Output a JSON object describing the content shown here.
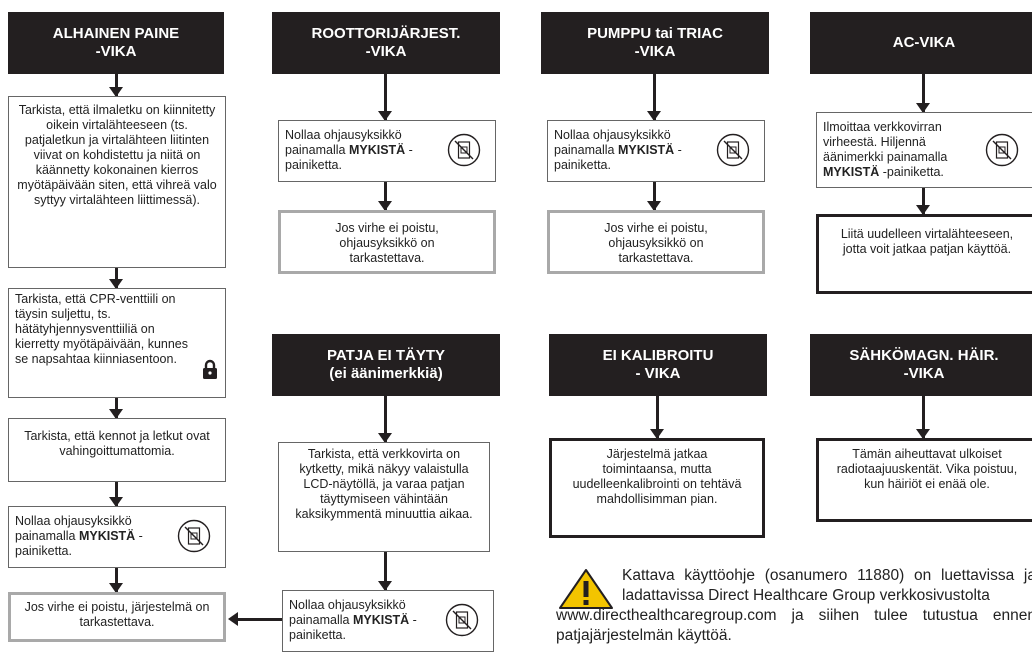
{
  "col1": {
    "title_line1": "ALHAINEN PAINE",
    "title_line2": "-VIKA",
    "step1": "Tarkista, että ilmaletku on kiinnitetty oikein virtalähteeseen (ts. patjaletkun ja virtalähteen liitinten viivat on kohdistettu ja niitä on käännetty kokonainen kierros myötäpäivään siten, että vihreä valo syttyy virtalähteen liittimessä).",
    "step2": "Tarkista, että CPR-venttiili on täysin suljettu, ts. hätätyhjennysventtiiliä on kierretty myötäpäivään, kunnes se napsahtaa kiinniasentoon.",
    "step3": "Tarkista, että kennot ja letkut ovat vahingoittumattomia.",
    "step4_a": "Nollaa ohjausyksikkö painamalla ",
    "step4_b": "MYKISTÄ",
    "step4_c": " -painiketta.",
    "step5": "Jos virhe ei poistu, järjestelmä on tarkastettava."
  },
  "col2": {
    "title_line1": "ROOTTORIJÄRJEST.",
    "title_line2": "-VIKA",
    "step1_a": "Nollaa ohjausyksikkö painamalla ",
    "step1_b": "MYKISTÄ",
    "step1_c": " -painiketta.",
    "step2": "Jos virhe ei poistu, ohjausyksikkö on tarkastettava.",
    "title2_line1": "PATJA EI TÄYTY",
    "title2_line2": "(ei äänimerkkiä)",
    "step3": "Tarkista, että verkkovirta on kytketty, mikä näkyy valaistulla LCD-näytöllä, ja varaa patjan täyttymiseen vähintään kaksikymmentä minuuttia aikaa.",
    "step4_a": "Nollaa ohjausyksikkö painamalla ",
    "step4_b": "MYKISTÄ",
    "step4_c": " -painiketta."
  },
  "col3": {
    "title_line1": "PUMPPU tai TRIAC",
    "title_line2": "-VIKA",
    "step1_a": "Nollaa ohjausyksikkö painamalla ",
    "step1_b": "MYKISTÄ",
    "step1_c": " -painiketta.",
    "step2": "Jos virhe ei poistu, ohjausyksikkö on tarkastettava.",
    "title2_line1": "EI KALIBROITU",
    "title2_line2": "- VIKA",
    "step3": "Järjestelmä jatkaa toimintaansa, mutta uudelleenkalibrointi on tehtävä mahdollisimman pian."
  },
  "col4": {
    "title": "AC-VIKA",
    "step1_a": "Ilmoittaa verkkovirran virheestä. Hiljennä äänimerkki painamalla ",
    "step1_b": "MYKISTÄ",
    "step1_c": " -painiketta.",
    "step2": "Liitä uudelleen virtalähteeseen, jotta voit jatkaa patjan käyttöä.",
    "title2_line1": "SÄHKÖMAGN. HÄIR.",
    "title2_line2": "-VIKA",
    "step3": "Tämän aiheuttavat ulkoiset radiotaajuuskentät. Vika poistuu, kun häiriöt ei enää ole."
  },
  "note": {
    "line1": "Kattava käyttöohje (osanumero 11880) on luettavissa ja ladattavissa Direct Healthcare Group verkkosivustolta",
    "line2": "www.directhealthcaregroup.com ja siihen tulee tutustua ennen patjajärjestelmän käyttöä."
  },
  "icons": {
    "mute": "mute-button-icon",
    "lock": "lock-icon",
    "warning": "warning-triangle-icon"
  }
}
